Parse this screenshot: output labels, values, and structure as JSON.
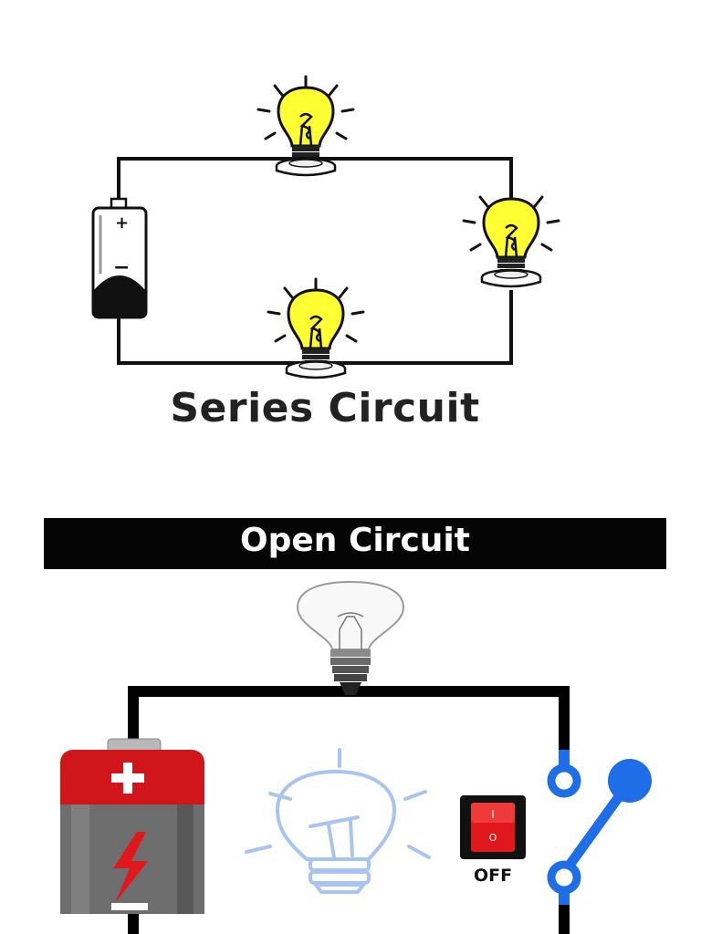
{
  "series_circuit": {
    "title": "Series Circuit",
    "battery": {
      "positive_symbol": "+",
      "negative_symbol": "−"
    },
    "bulbs": [
      {
        "icon": "lit-bulb-icon",
        "glow_color": "#ffff33"
      },
      {
        "icon": "lit-bulb-icon",
        "glow_color": "#ffff33"
      },
      {
        "icon": "lit-bulb-icon",
        "glow_color": "#ffff33"
      }
    ]
  },
  "open_circuit": {
    "title": "Open Circuit",
    "switch_label": "OFF",
    "switch_symbols": {
      "on": "I",
      "off": "O"
    },
    "colors": {
      "banner": "#050505",
      "battery_top": "#d0161a",
      "battery_body": "#6e6e6e",
      "bolt": "#e0181c",
      "switch_body": "#e0181c",
      "open_switch": "#1e6ee8",
      "faded_bulb": "#a8c4f0"
    }
  }
}
